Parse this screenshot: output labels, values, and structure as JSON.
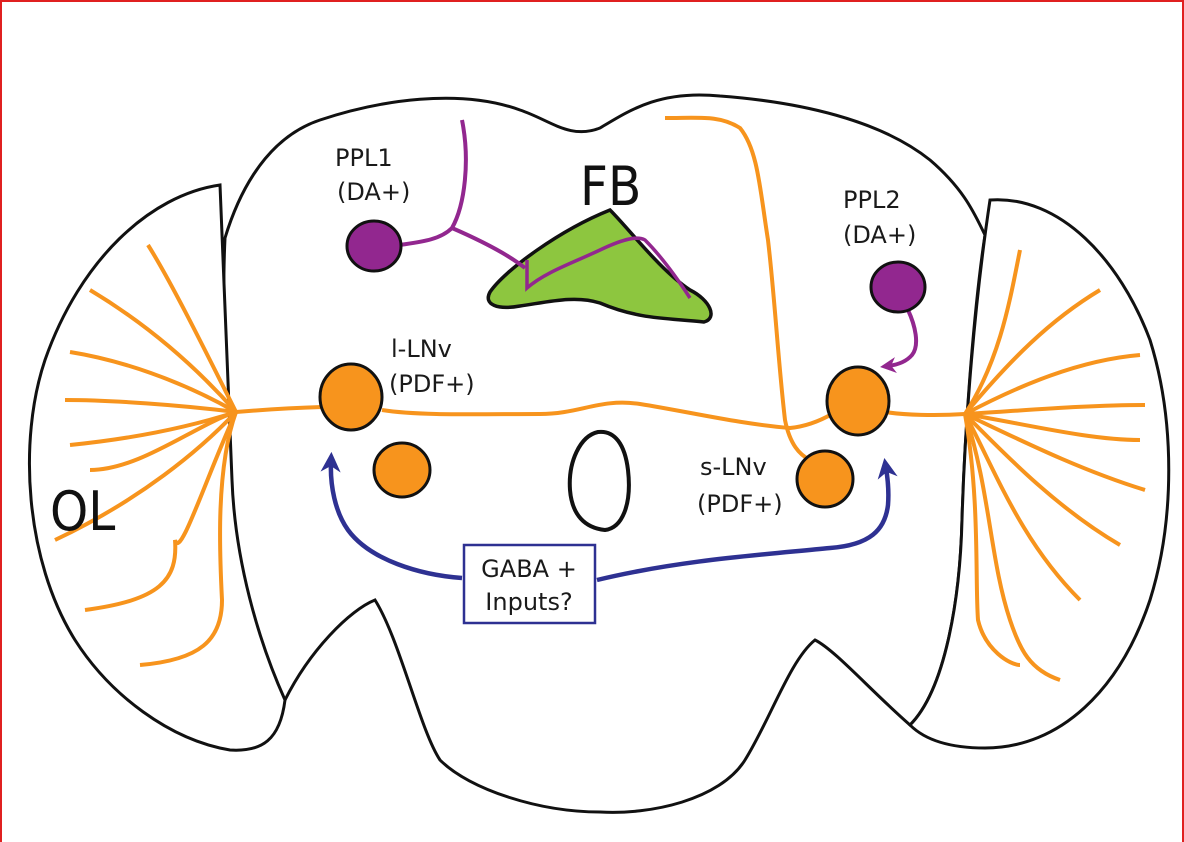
{
  "labels": {
    "fb": "FB",
    "ol": "OL",
    "ppl1_name": "PPL1",
    "ppl1_type": "(DA+)",
    "ppl2_name": "PPL2",
    "ppl2_type": "(DA+)",
    "l_lnv_name": "l-LNv",
    "l_lnv_type": "(PDF+)",
    "s_lnv_name": "s-LNv",
    "s_lnv_type": "(PDF+)",
    "gaba_line1": "GABA +",
    "gaba_line2": "Inputs?"
  },
  "colors": {
    "frame": "#e02020",
    "outline": "#111111",
    "pdf_neuron": "#f7941d",
    "da_neuron": "#92278f",
    "fan_shaped_body": "#8dc63f",
    "gaba_arrow": "#2e3192"
  }
}
